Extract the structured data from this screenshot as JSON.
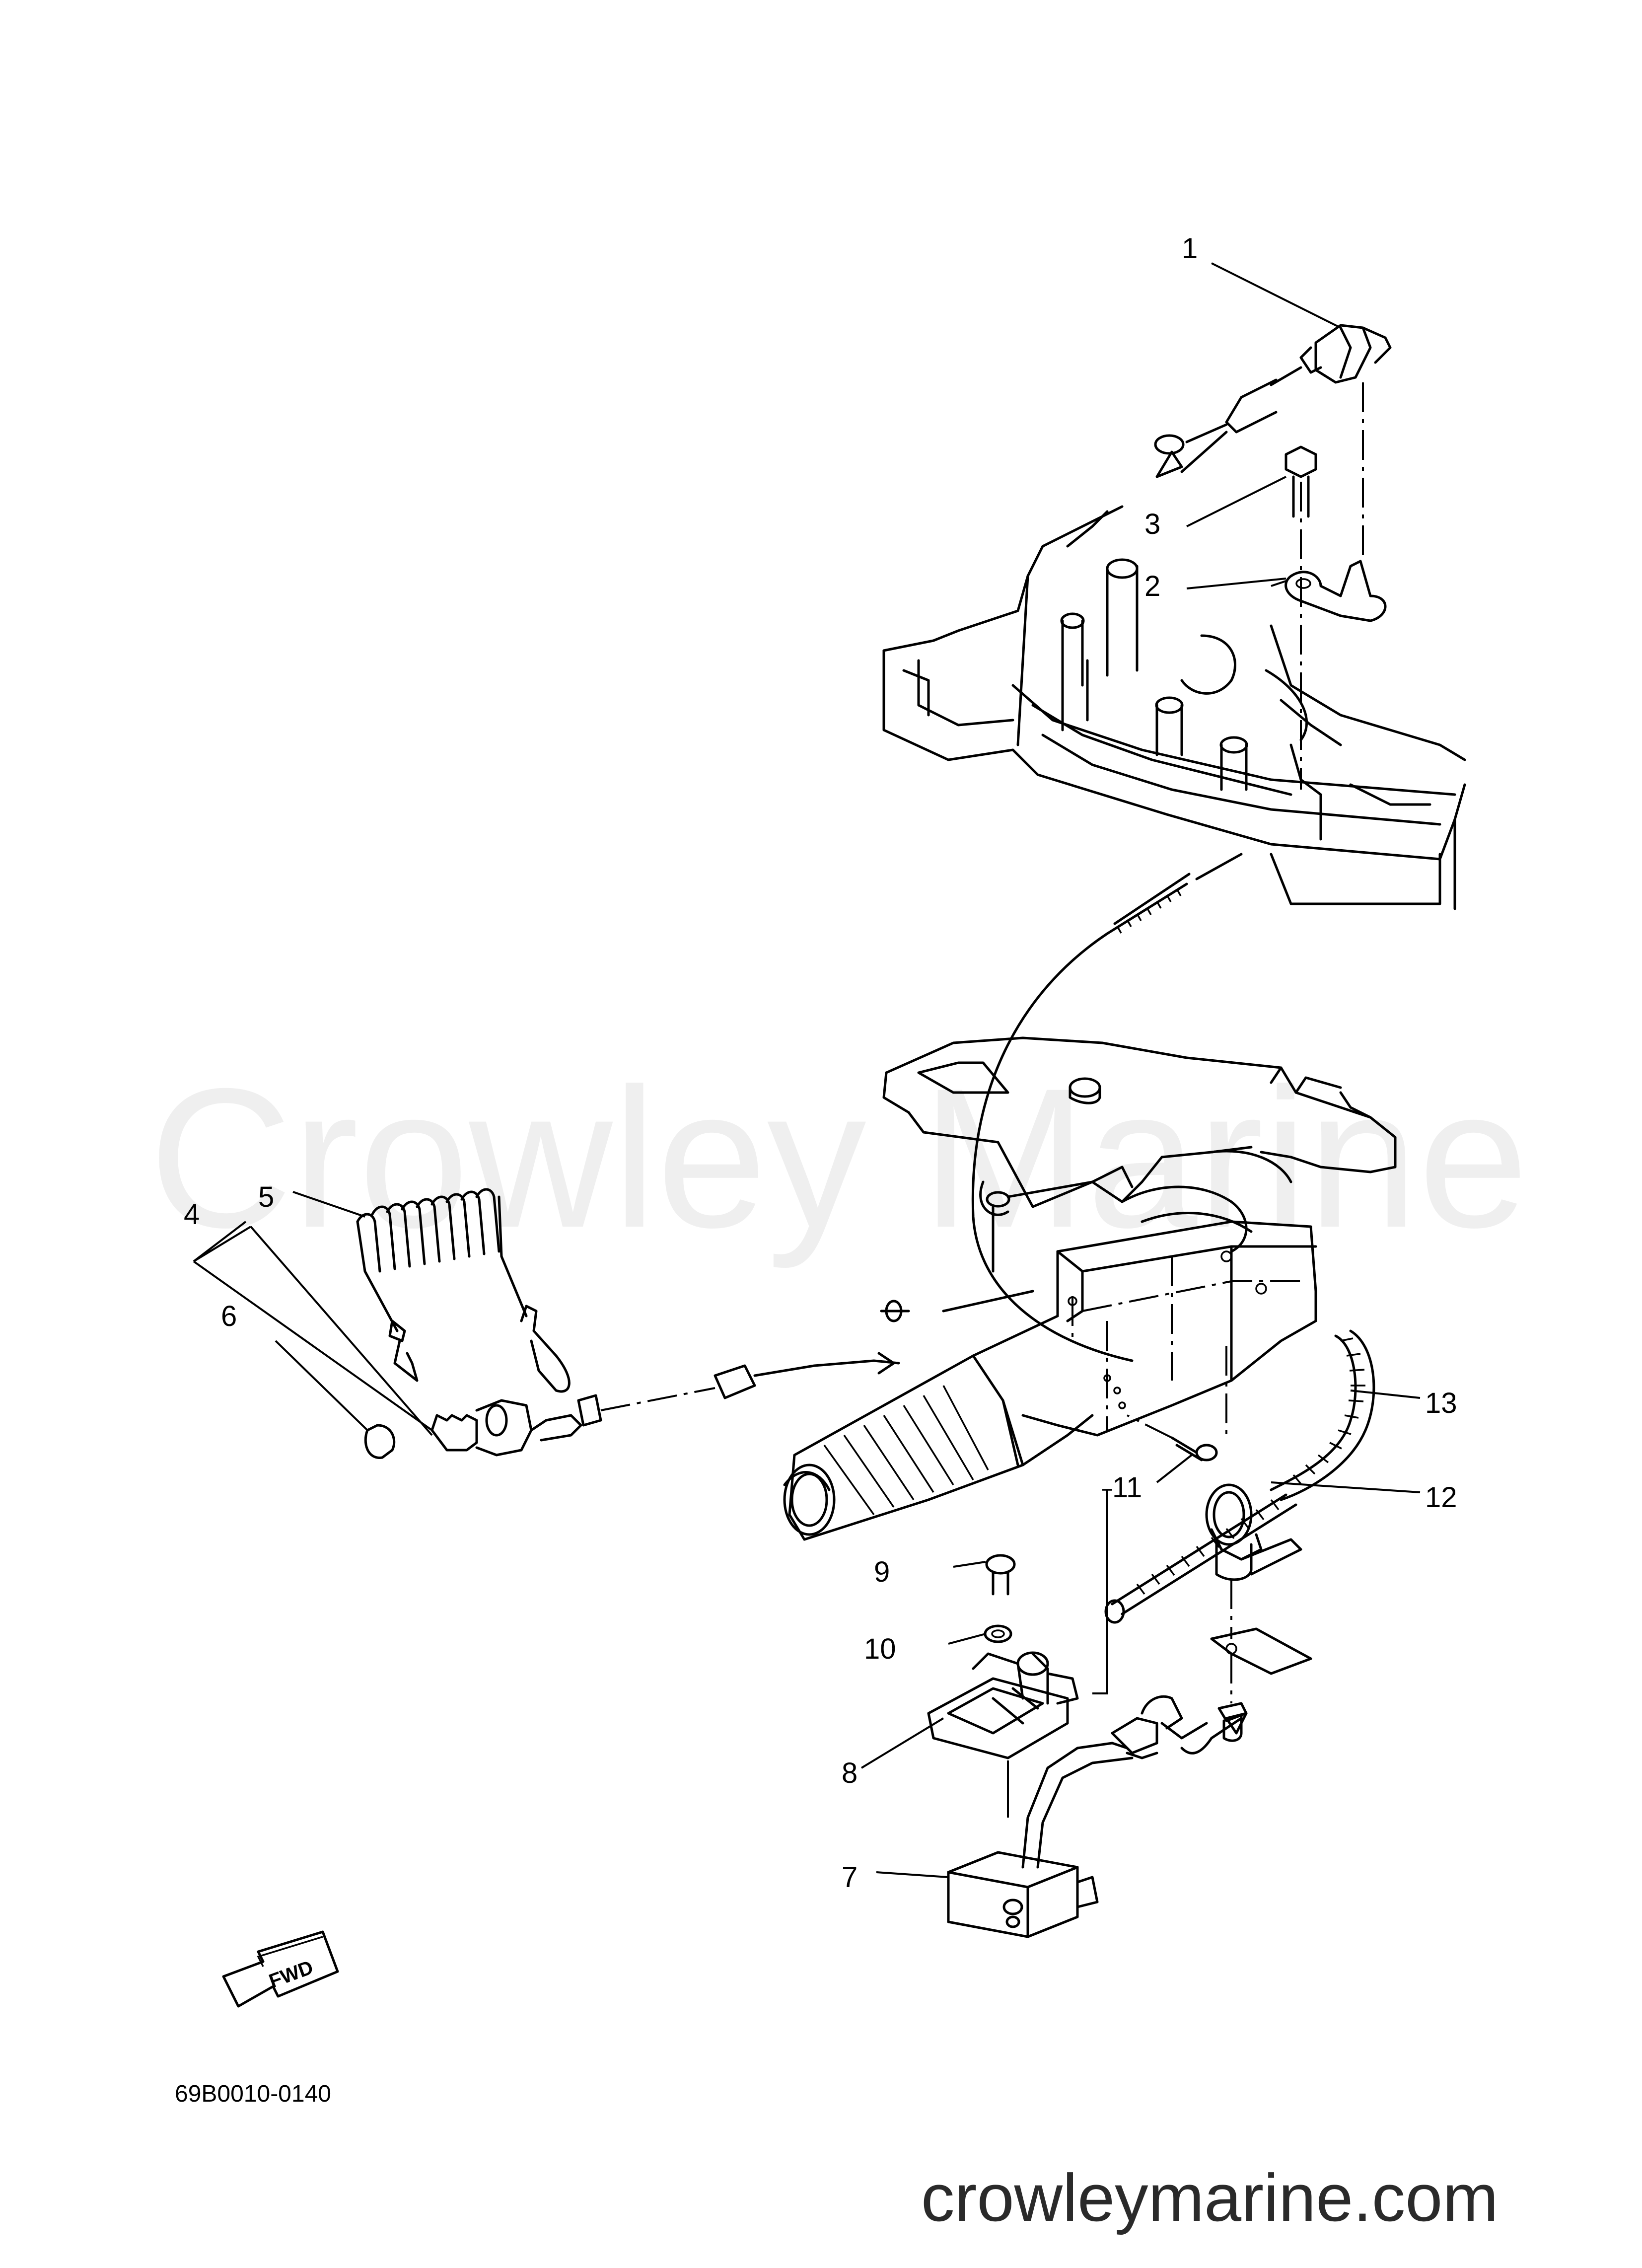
{
  "watermark": "Crowley Marine",
  "website": "crowleymarine.com",
  "diagram_code": "69B0010-0140",
  "fwd_label": "FWD",
  "callouts": [
    "1",
    "2",
    "3",
    "4",
    "5",
    "6",
    "7",
    "8",
    "9",
    "10",
    "11",
    "12",
    "13"
  ]
}
